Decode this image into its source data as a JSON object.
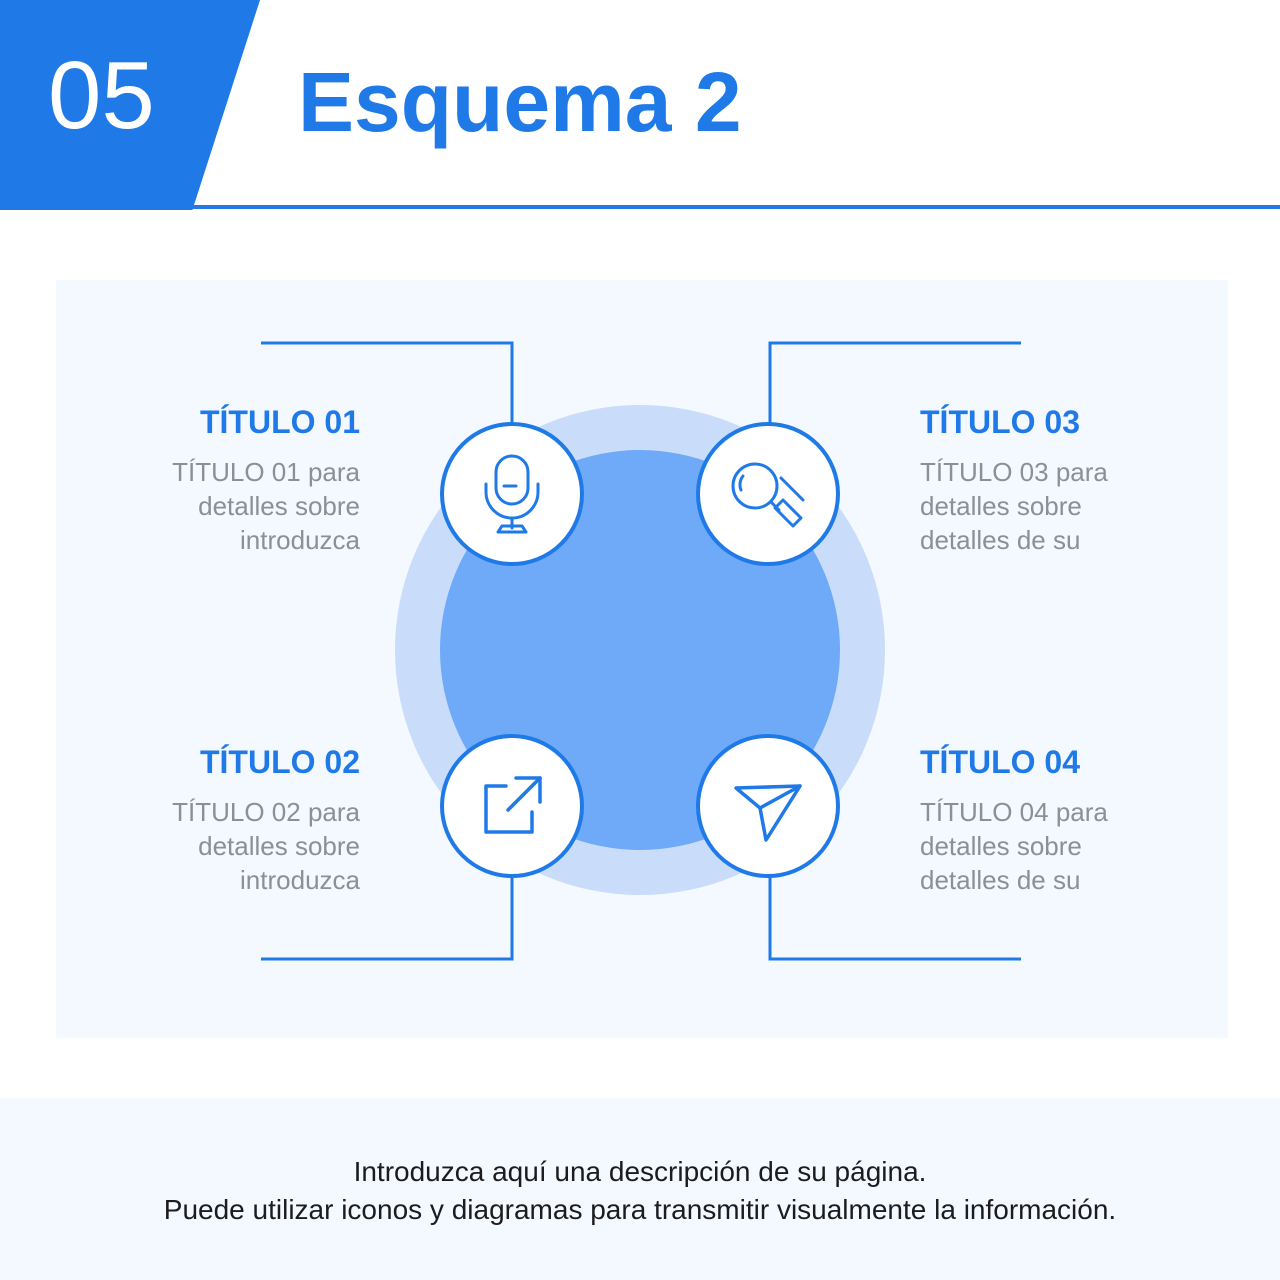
{
  "header": {
    "number": "05",
    "title": "Esquema 2"
  },
  "items": [
    {
      "title": "TÍTULO 01",
      "desc": "TÍTULO 01 para\ndetalles sobre\nintroduzca",
      "icon": "microphone-icon"
    },
    {
      "title": "TÍTULO 02",
      "desc": "TÍTULO 02 para\ndetalles sobre\nintroduzca",
      "icon": "external-link-icon"
    },
    {
      "title": "TÍTULO 03",
      "desc": "TÍTULO 03 para\ndetalles sobre\ndetalles de su",
      "icon": "search-icon"
    },
    {
      "title": "TÍTULO 04",
      "desc": "TÍTULO 04 para\ndetalles sobre\ndetalles de su",
      "icon": "send-icon"
    }
  ],
  "footer": {
    "line1": "Introduzca aquí una descripción de su página.",
    "line2": "Puede utilizar iconos y diagramas para transmitir visualmente la información."
  },
  "colors": {
    "accent": "#1f7ae8",
    "ring": "#c9ddfb",
    "core": "#6eaaf7",
    "panel": "#f4f8ff",
    "muted_text": "#8a8f99"
  }
}
